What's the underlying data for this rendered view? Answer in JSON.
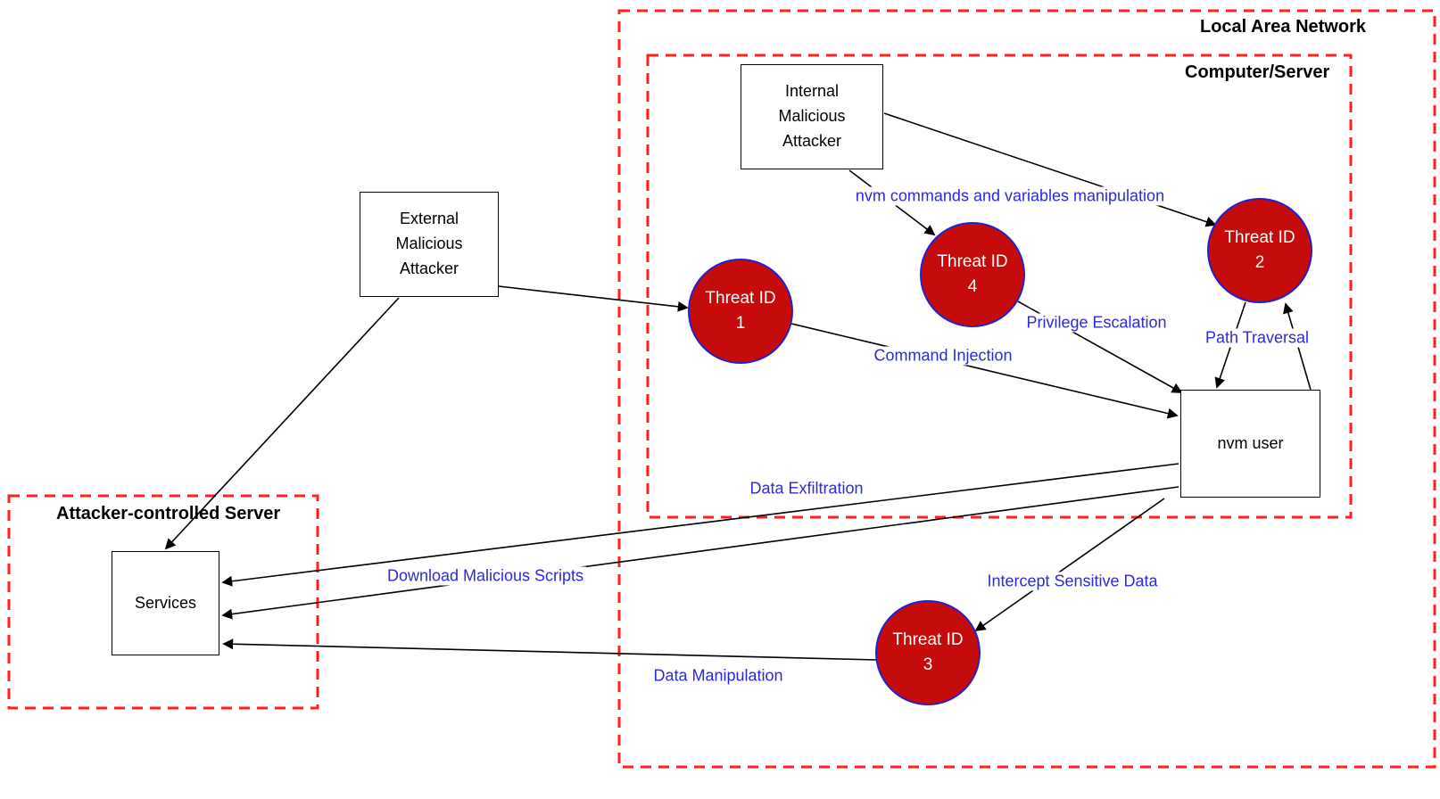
{
  "diagram": {
    "boundaries": {
      "lan": "Local Area Network",
      "computer": "Computer/Server",
      "attacker_server": "Attacker-controlled Server"
    },
    "nodes": {
      "internal_attacker": "Internal\nMalicious\nAttacker",
      "external_attacker": "External\nMalicious\nAttacker",
      "services": "Services",
      "nvm_user": "nvm user"
    },
    "threats": {
      "t1": "Threat ID\n1",
      "t2": "Threat ID\n2",
      "t3": "Threat ID\n3",
      "t4": "Threat ID\n4"
    },
    "edges": {
      "nvm_commands": "nvm commands and variables manipulation",
      "privilege_escalation": "Privilege Escalation",
      "path_traversal": "Path Traversal",
      "command_injection": "Command Injection",
      "data_exfiltration": "Data Exfiltration",
      "download_scripts": "Download Malicious Scripts",
      "intercept_data": "Intercept Sensitive Data",
      "data_manipulation": "Data Manipulation"
    },
    "colors": {
      "boundary_stroke": "#ff2121",
      "threat_fill": "#c60b0b",
      "threat_stroke": "#2121cb",
      "edge_label_color": "#2b2bd5",
      "arrow_color": "#000000"
    }
  }
}
